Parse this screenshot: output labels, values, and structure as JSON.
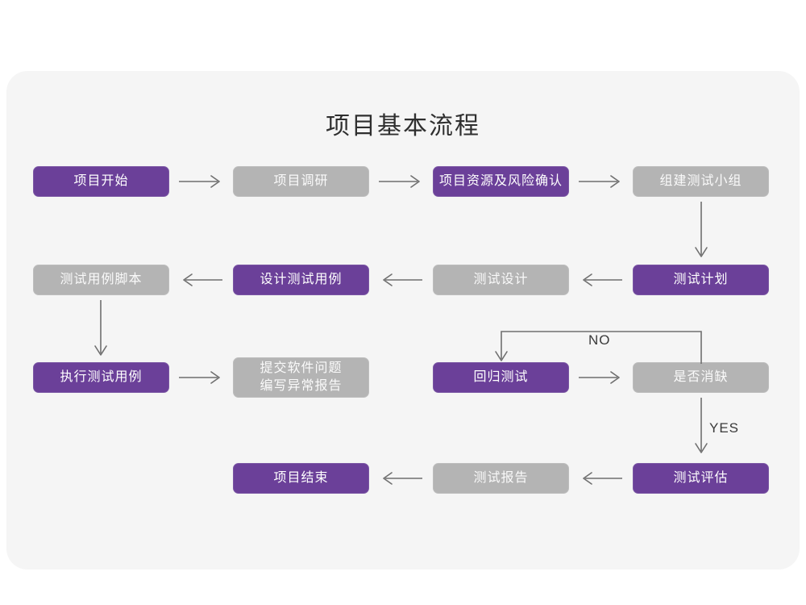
{
  "page": {
    "background_color": "#ffffff",
    "card_color": "#f5f5f5",
    "title": "项目基本流程"
  },
  "theme": {
    "purple": "#6b4099",
    "gray": "#b4b4b4",
    "connector": "#6f6f6f",
    "title_color": "#2f2f2f"
  },
  "nodes": [
    {
      "id": "project-start",
      "label": "项目开始",
      "style": "purple"
    },
    {
      "id": "project-research",
      "label": "项目调研",
      "style": "gray"
    },
    {
      "id": "resource-risk",
      "label": "项目资源及风险确认",
      "style": "purple"
    },
    {
      "id": "build-test-team",
      "label": "组建测试小组",
      "style": "gray"
    },
    {
      "id": "test-case-script",
      "label": "测试用例脚本",
      "style": "gray"
    },
    {
      "id": "design-test-case",
      "label": "设计测试用例",
      "style": "purple"
    },
    {
      "id": "test-design",
      "label": "测试设计",
      "style": "gray"
    },
    {
      "id": "test-plan",
      "label": "测试计划",
      "style": "purple"
    },
    {
      "id": "execute-test-case",
      "label": "执行测试用例",
      "style": "purple"
    },
    {
      "id": "submit-issue-report",
      "label": "提交软件问题\n编写异常报告",
      "style": "gray"
    },
    {
      "id": "regression-test",
      "label": "回归测试",
      "style": "purple"
    },
    {
      "id": "defect-cleared",
      "label": "是否消缺",
      "style": "gray"
    },
    {
      "id": "test-evaluation",
      "label": "测试评估",
      "style": "purple"
    },
    {
      "id": "test-report",
      "label": "测试报告",
      "style": "gray"
    },
    {
      "id": "project-end",
      "label": "项目结束",
      "style": "purple"
    }
  ],
  "edge_labels": {
    "no": "NO",
    "yes": "YES"
  }
}
